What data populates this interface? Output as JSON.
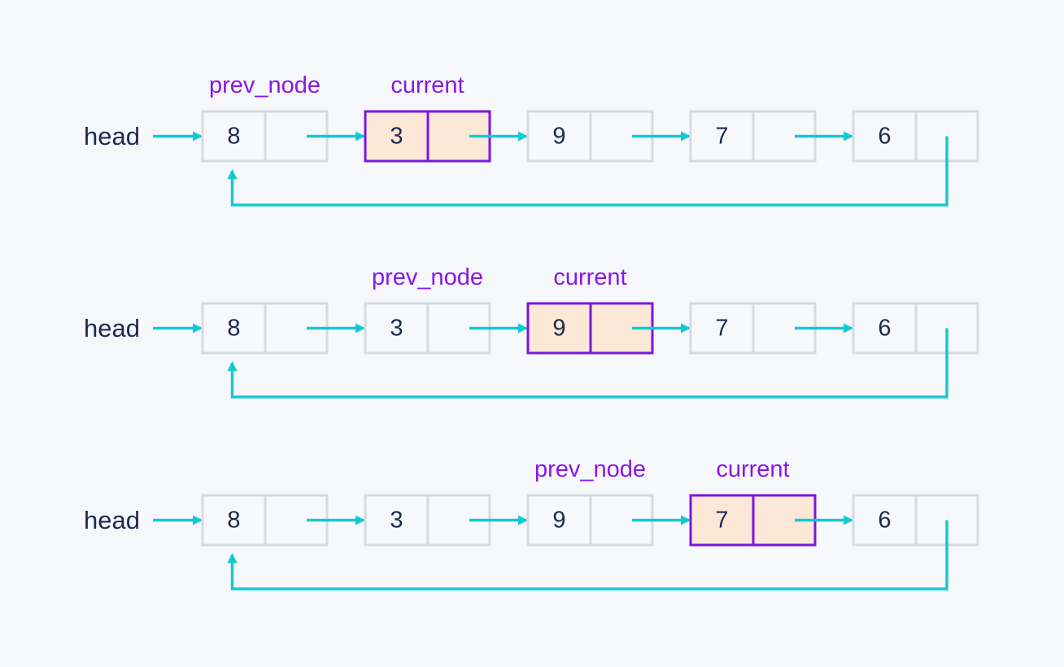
{
  "colors": {
    "background": "#f7f8fc",
    "node_border": "#d3dbe3",
    "node_fill": "#f7f8fc",
    "highlight_border": "#7b16e0",
    "highlight_fill": "#fde7d6",
    "arrow": "#12c9d3",
    "label_text": "#1d2951",
    "pointer_text": "#8a17e6"
  },
  "rows": [
    {
      "head_label": "head",
      "nodes": [
        "8",
        "3",
        "9",
        "7",
        "6"
      ],
      "prev_node_index": 0,
      "current_index": 1,
      "prev_label": "prev_node",
      "current_label": "current"
    },
    {
      "head_label": "head",
      "nodes": [
        "8",
        "3",
        "9",
        "7",
        "6"
      ],
      "prev_node_index": 1,
      "current_index": 2,
      "prev_label": "prev_node",
      "current_label": "current"
    },
    {
      "head_label": "head",
      "nodes": [
        "8",
        "3",
        "9",
        "7",
        "6"
      ],
      "prev_node_index": 2,
      "current_index": 3,
      "prev_label": "prev_node",
      "current_label": "current"
    }
  ]
}
